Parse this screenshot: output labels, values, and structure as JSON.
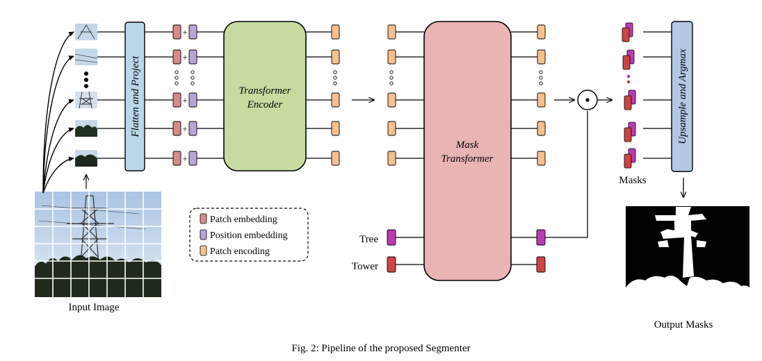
{
  "blocks": {
    "flatten_project": "Flatten and Project",
    "transformer_encoder": [
      "Transformer",
      "Encoder"
    ],
    "mask_transformer": [
      "Mask",
      "Transformer"
    ],
    "upsample_argmax": "Upsample and Argmax"
  },
  "operators": {
    "plus": "+"
  },
  "legend": [
    {
      "label": "Patch embedding",
      "color": "#d88a8a"
    },
    {
      "label": "Position embedding",
      "color": "#b6a6d6"
    },
    {
      "label": "Patch encoding",
      "color": "#f6c08f"
    }
  ],
  "classes": [
    {
      "label": "Tree",
      "color": "#bb3bb2"
    },
    {
      "label": "Tower",
      "color": "#cc4444"
    }
  ],
  "labels": {
    "input_image": "Input Image",
    "masks": "Masks",
    "output_masks": "Output Masks"
  },
  "caption": "Fig. 2: Pipeline of the proposed Segmenter",
  "colors": {
    "flatten_fill": "#b8d8ea",
    "encoder_fill": "#c7dba0",
    "mask_transformer_fill": "#e8b4b4",
    "upsample_fill": "#b3c8e6",
    "sky": "#c9dbee",
    "trees": "#1f2a1c"
  }
}
